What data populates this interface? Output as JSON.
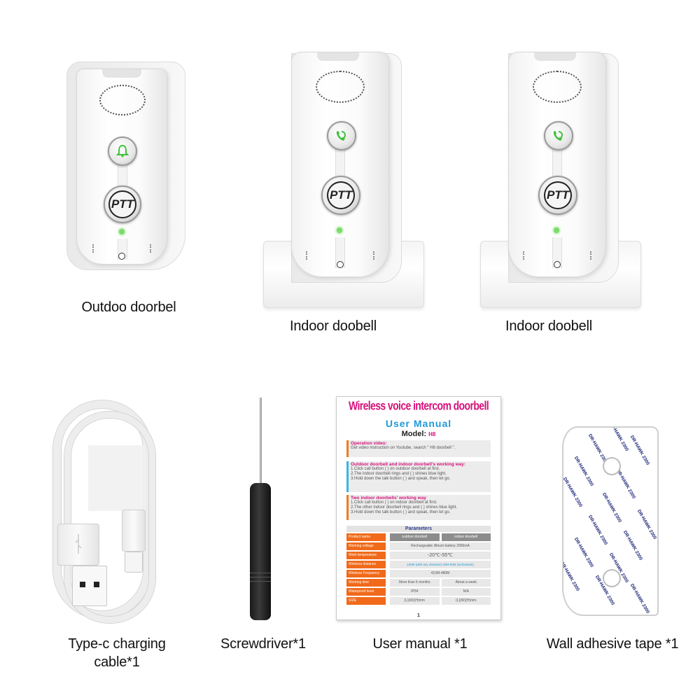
{
  "items": [
    {
      "id": "outdoor_doorbell",
      "label": "Outdoo doorbel",
      "buttons": [
        "bell",
        "PTT"
      ]
    },
    {
      "id": "indoor_doorbell_1",
      "label": "Indoor doobell",
      "buttons": [
        "call",
        "PTT"
      ]
    },
    {
      "id": "indoor_doorbell_2",
      "label": "Indoor doobell",
      "buttons": [
        "call",
        "PTT"
      ]
    },
    {
      "id": "cable",
      "label_line1": "Type-c charging",
      "label_line2": "cable*1"
    },
    {
      "id": "screwdriver",
      "label": "Screwdriver*1"
    },
    {
      "id": "manual",
      "label": "User manual *1"
    },
    {
      "id": "tape",
      "label": "Wall adhesive tape *1"
    }
  ],
  "device": {
    "ptt_label": "PTT"
  },
  "manual": {
    "title": "Wireless voice intercom doorbell",
    "subtitle": "User Manual",
    "model_label": "Model:",
    "model_value": "H8",
    "sections": [
      {
        "heading": "Operation video:",
        "lines": [
          "Get video instruction on Youtube, search \" H8 doorbell \"."
        ]
      },
      {
        "heading": "Outdoor doorbell and indoor doorbell's working way:",
        "lines": [
          "1.Click call button ( ) on outdoor doorbell at first.",
          "2.The indoor doorbell rings and ( ) shines blue light.",
          "3.Hold down the talk button ( ) and speak, then let go."
        ]
      },
      {
        "heading": "Two indoor doorbells' working way",
        "lines": [
          "1.Click call button ( ) on indoor doorbell at first.",
          "2.The other indoor doorbell rings and ( ) shines blue light.",
          "3.Hold down the talk button ( ) and speak, then let go."
        ]
      }
    ],
    "parameters_title": "Parameters",
    "parameters": [
      {
        "key": "Product name",
        "values": [
          "outdoor doorbell",
          "indoor doorbell"
        ]
      },
      {
        "key": "Working voltage",
        "values": [
          "Rechargeable lithium battery 2000mA"
        ]
      },
      {
        "key": "Work temperature",
        "values": [
          "-20℃-55℃"
        ]
      },
      {
        "key": "Wireless distance",
        "values": [
          "100M (with any obstacle) 20M-50M (w/obstacle)"
        ]
      },
      {
        "key": "Wireless Frequency",
        "values": [
          "410M-480M"
        ]
      },
      {
        "key": "Working time",
        "values": [
          "More than 6 months",
          "About a week"
        ]
      },
      {
        "key": "Waterproof level",
        "values": [
          "IP54",
          "N/A"
        ]
      },
      {
        "key": "SIZE",
        "values": [
          "(L)(W)(H)mm",
          "(L)(W)(H)mm"
        ]
      }
    ],
    "page": "1"
  },
  "tape": {
    "print_text": "DR-HAWK 2300"
  },
  "colors": {
    "manual_title": "#d6117a",
    "manual_subtitle": "#1e9ad6",
    "param_key": "#f06a1a",
    "led_green": "#7bdc6a",
    "tape_print": "#1f2a7a"
  }
}
